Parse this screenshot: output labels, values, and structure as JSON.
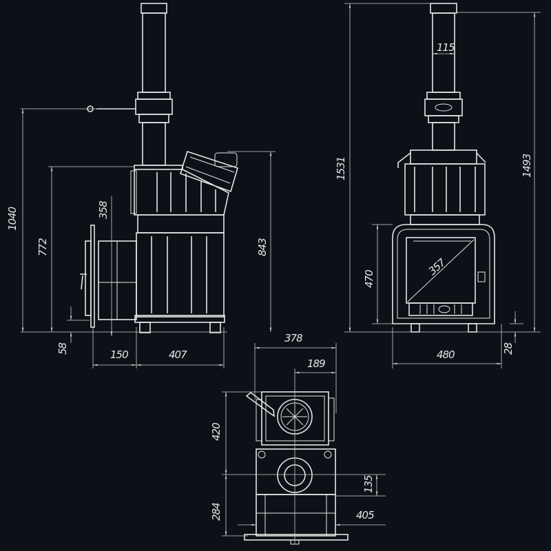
{
  "colors": {
    "background": "#0d1117",
    "lines": "#e6e6e6"
  },
  "side_view": {
    "height_total": "1040",
    "height_body": "772",
    "firebox_height": "358",
    "height_lid": "843",
    "firebox_offset": "58",
    "tunnel_length": "150",
    "body_depth": "407"
  },
  "front_view": {
    "height_total": "1531",
    "chimney_diameter": "115",
    "door_height": "470",
    "glass_diagonal": "357",
    "height_chimney": "1493",
    "width": "480",
    "leg_height": "28"
  },
  "top_view": {
    "width": "378",
    "half_width": "189",
    "front_depth": "420",
    "chimney_offset": "135",
    "rear_depth": "284",
    "tunnel_width": "405"
  }
}
